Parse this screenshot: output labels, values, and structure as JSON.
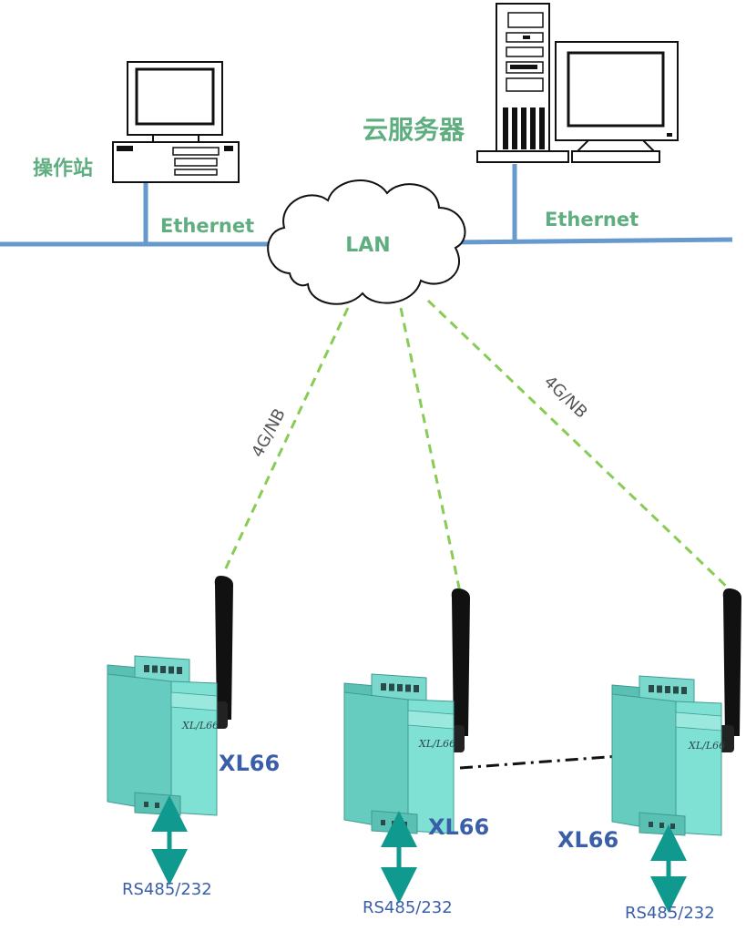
{
  "nodes": {
    "workstation": "操作站",
    "cloud_server": "云服务器",
    "lan": "LAN"
  },
  "links": {
    "ethernet_left": "Ethernet",
    "ethernet_right": "Ethernet",
    "wireless_left": "4G/NB",
    "wireless_right": "4G/NB"
  },
  "devices": [
    {
      "name": "XL66",
      "port": "RS485/232",
      "logo": "XL/L66"
    },
    {
      "name": "XL66",
      "port": "RS485/232",
      "logo": "XL/L66"
    },
    {
      "name": "XL66",
      "port": "RS485/232",
      "logo": "XL/L66"
    }
  ],
  "colors": {
    "ethernet_line": "#6699cc",
    "wireless_link": "#88cc55",
    "device_body": "#6fcfc3",
    "arrow": "#109a8f",
    "label_green": "#5fae80",
    "label_blue": "#3a5ea8"
  }
}
